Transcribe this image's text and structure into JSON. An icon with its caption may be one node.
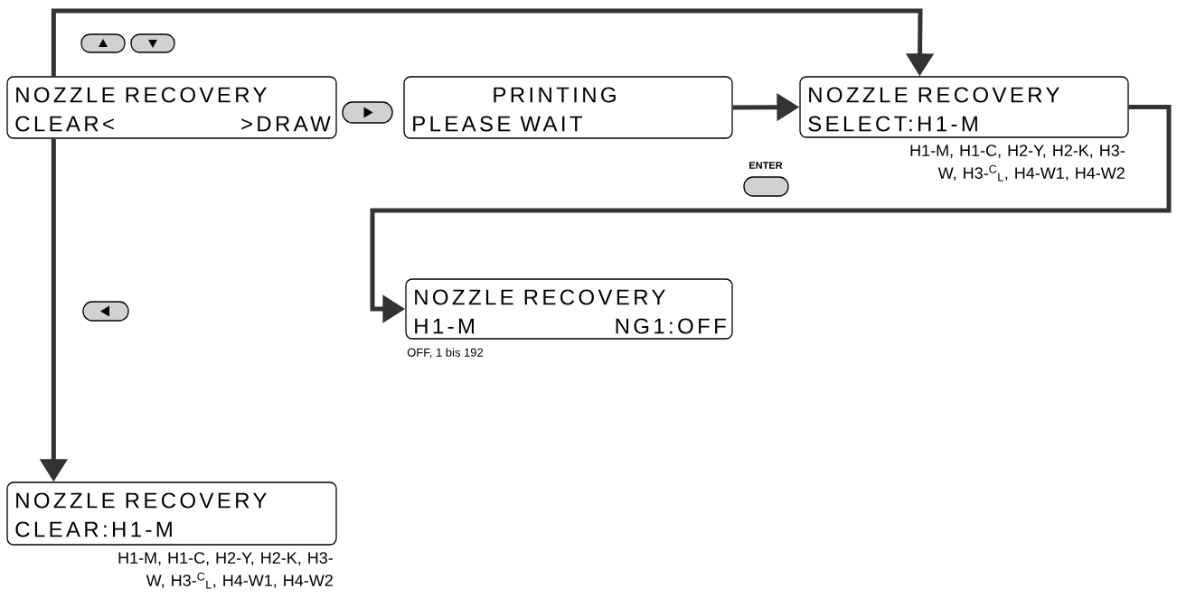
{
  "diagram": {
    "nodes": [
      {
        "text": [
          "NOZZLE RECOVERY",
          "CLEAR<",
          ">DRAW"
        ]
      },
      {
        "text": [
          "PRINTING",
          "PLEASE WAIT"
        ]
      },
      {
        "text": [
          "NOZZLE RECOVERY",
          "SELECT:H1-M"
        ],
        "beside": [
          "H1-M, H1-C, H2-Y, H2-K, H3-W, H3-$^{C}$$_{L}$, H4-W1, H4-W2"
        ]
      },
      {
        "text": [
          "NOZZLE RECOVERY",
          "H1-M",
          "NG1:OFF"
        ],
        "beside": [
          "OFF, 1 bis 192"
        ]
      },
      {
        "text": [
          "NOZZLE RECOVERY",
          "CLEAR:H1-M"
        ],
        "beside": [
          "H1-M, H1-C, H2-Y, H2-K, H3-W, H3-$^{C}$$_{L}$, H4-W1, H4-W2"
        ]
      }
    ],
    "edges": [
      {
        "from": 0,
        "to": 2,
        "arrow": "to"
      },
      {
        "from": 1,
        "to": 2,
        "arrow": "to"
      },
      {
        "from": 2,
        "to": 3,
        "arrow": "to"
      },
      {
        "from": 0,
        "to": 4,
        "arrow": "to"
      }
    ],
    "labels": [
      "ENTER"
    ]
  }
}
